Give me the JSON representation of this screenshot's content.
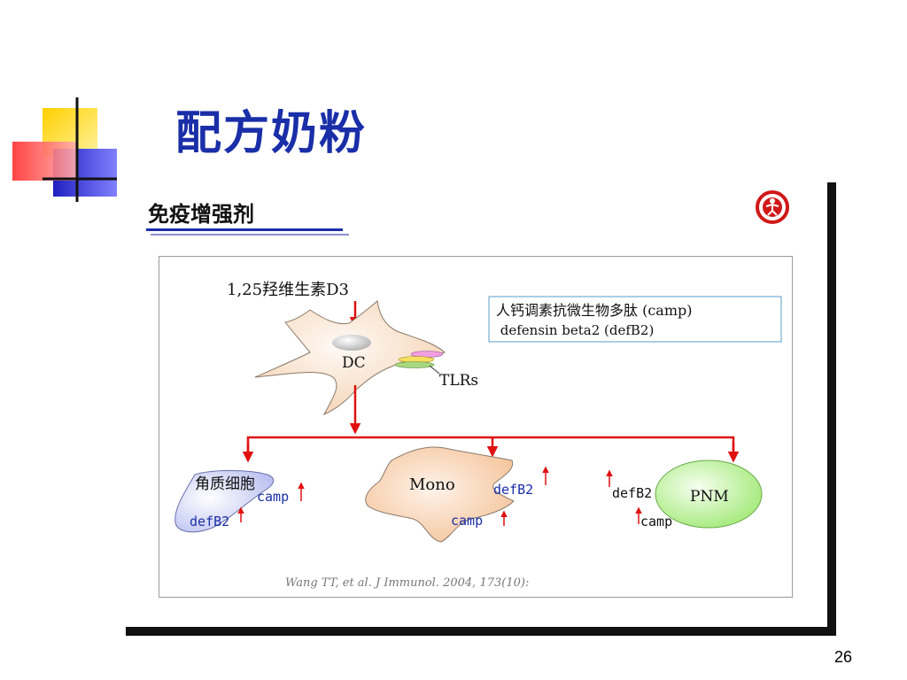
{
  "slide": {
    "title": "配方奶粉",
    "subtitle": "免疫增强剂",
    "page_number": "26"
  },
  "figure": {
    "vitamin_label": "1,25羟维生素D3",
    "dc_label": "DC",
    "tlrs_label": "TLRs",
    "legend_line1": "人钙调素抗微生物多肽 (camp)",
    "legend_line2": " defensin beta2 (defB2)",
    "keratinocyte": {
      "label": "角质细胞",
      "camp": "camp",
      "defb2": "defB2"
    },
    "mono": {
      "label": "Mono",
      "defb2": "defB2",
      "camp": "camp"
    },
    "pnm": {
      "label": "PNM",
      "defb2": "defB2",
      "camp": "camp"
    },
    "citation": "Wang TT, et al. J Immunol. 2004, 173(10):"
  },
  "colors": {
    "title": "#1a2ea8",
    "arrow_red": "#e01010",
    "label_blue": "#1a2ea8",
    "dc_cell": "#f7d9bf",
    "mono_cell": "#f6c9a4",
    "keratinocyte_cell": "#c9cdf2",
    "pnm_cell": "#b9f09a",
    "legend_border": "#5a9fc8"
  }
}
